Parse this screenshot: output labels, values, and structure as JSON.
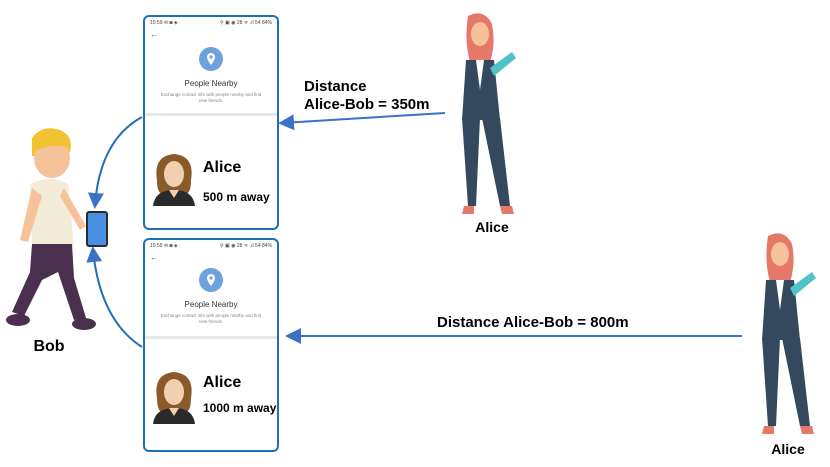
{
  "phone": {
    "status_left": "10:59 ✉ ◙ ◈ ·",
    "status_right": "⚲ ▣ ◉ 28 ᯤ .ıl 54 84%",
    "back_glyph": "←",
    "pin_icon": "location-pin-icon",
    "title": "People Nearby",
    "subtitle": "Exchange contact info with people nearby and find new friends."
  },
  "top_card": {
    "name": "Alice",
    "distance": "500 m away"
  },
  "bottom_card": {
    "name": "Alice",
    "distance": "1000 m away"
  },
  "top_edge_label": {
    "line1": "Distance",
    "line2": "Alice-Bob = 350m"
  },
  "bottom_edge_label": "Distance Alice-Bob = 800m",
  "people": {
    "bob": "Bob",
    "alice_near": "Alice",
    "alice_far": "Alice"
  },
  "colors": {
    "arrow": "#3b73c4",
    "phone_border": "#1e6fb8",
    "pin": "#6ea2dc",
    "suit": "#34495e",
    "hair": "#e6786a"
  }
}
